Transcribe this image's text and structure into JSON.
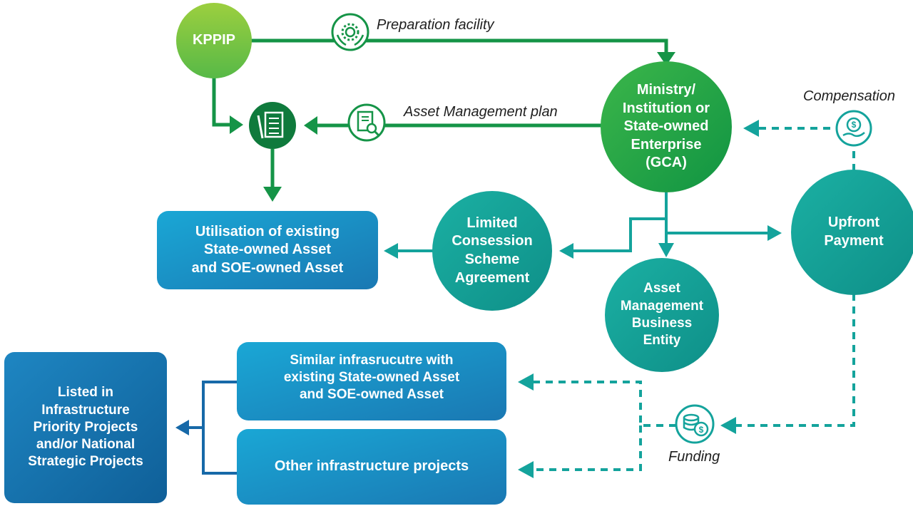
{
  "nodes": {
    "kppip": "KPPIP",
    "gca": "Ministry/\nInstitution or\nState-owned\nEnterprise\n(GCA)",
    "lcs": "Limited\nConsession\nScheme\nAgreement",
    "utilisation": "Utilisation of existing\nState-owned Asset\nand SOE-owned Asset",
    "upfront": "Upfront\nPayment",
    "ambe": "Asset\nManagement\nBusiness\nEntity",
    "similar": "Similar infrasrucutre with\nexisting State-owned Asset\nand SOE-owned Asset",
    "other": "Other infrastructure projects",
    "listed": "Listed in\nInfrastructure\nPriority Projects\nand/or National\nStrategic Projects"
  },
  "labels": {
    "preparation": "Preparation facility",
    "asset_plan": "Asset Management plan",
    "compensation": "Compensation",
    "funding": "Funding"
  },
  "icons": {
    "preparation": "hands-gear-icon",
    "asset_plan": "document-magnifier-icon",
    "checklist": "checklist-pencil-icon",
    "compensation": "hand-dollar-icon",
    "funding": "coins-dollar-icon"
  },
  "colors": {
    "green_dark": "#159447",
    "green_light": "#7dc242",
    "teal": "#14a39c",
    "blue": "#1787bf"
  }
}
